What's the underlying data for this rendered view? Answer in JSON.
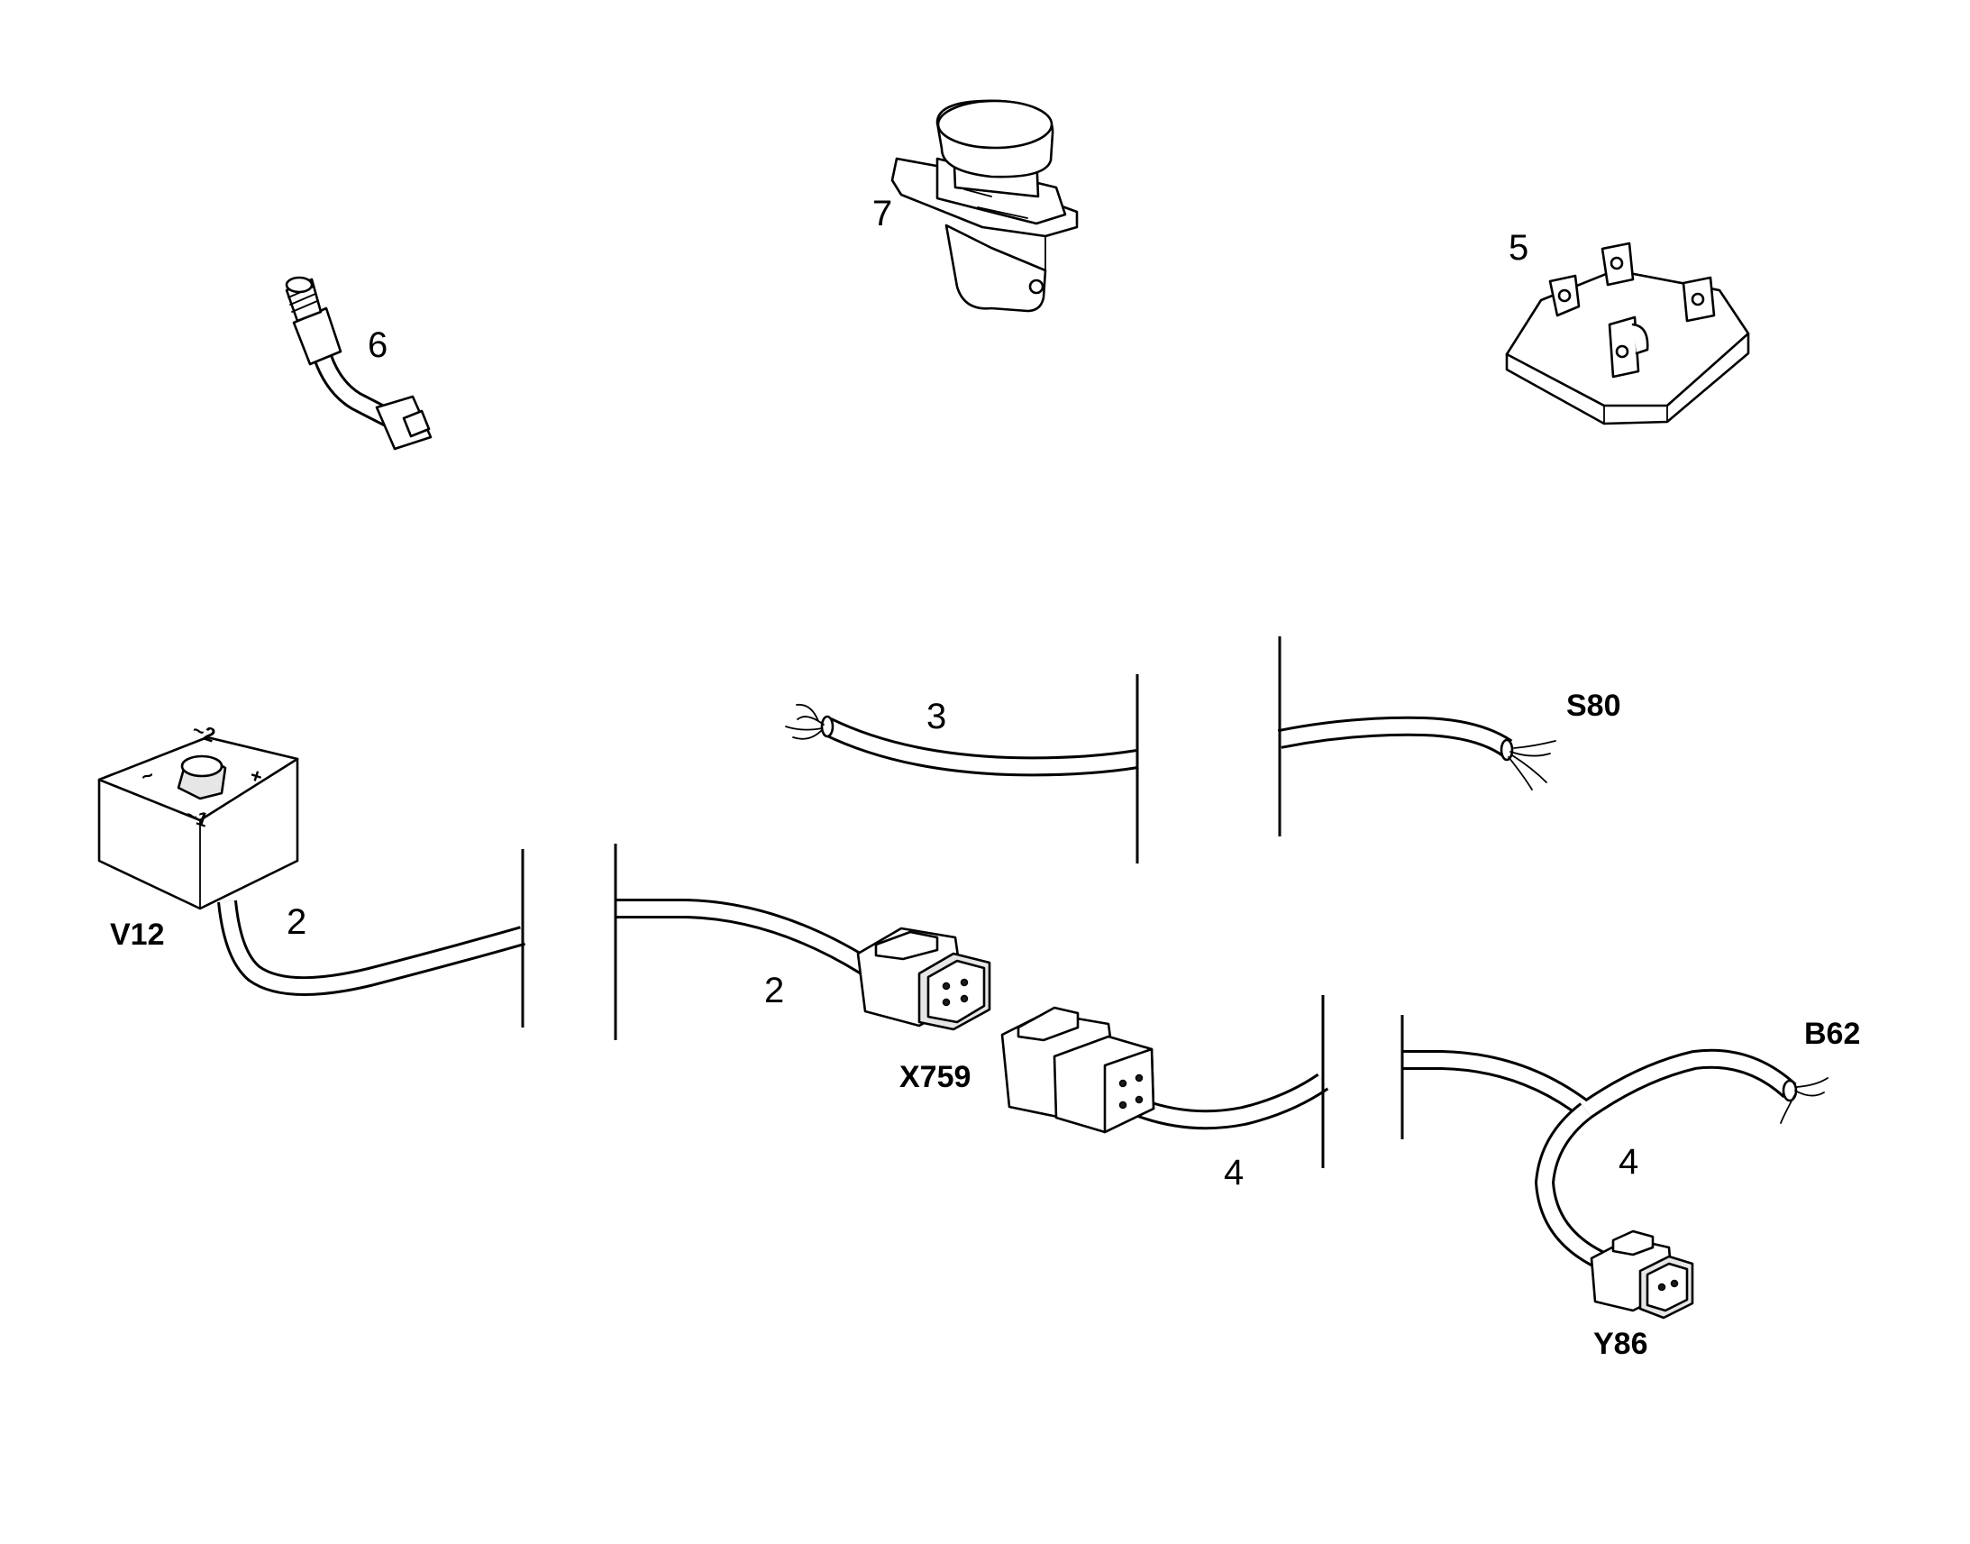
{
  "item_numbers": {
    "speed_sensor": "6",
    "push_button": "7",
    "bridge_rectifier": "5",
    "harness_v12_left": "2",
    "harness_v12_right": "2",
    "harness_s80": "3",
    "harness_y86_left": "4",
    "harness_y86_right": "4"
  },
  "references": {
    "v12": "V12",
    "x759": "X759",
    "s80": "S80",
    "b62": "B62",
    "y86": "Y86"
  },
  "terminal_marks": {
    "minus": "~",
    "plus": "+",
    "ac1": "~1",
    "ac2": "~2"
  }
}
